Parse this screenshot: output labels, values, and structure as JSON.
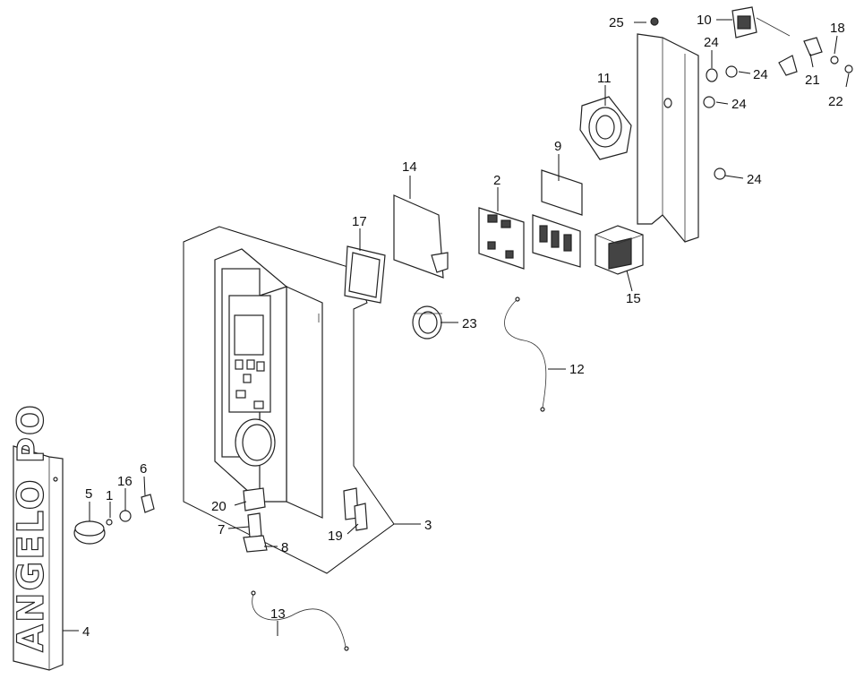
{
  "callouts": [
    {
      "num": "1"
    },
    {
      "num": "2"
    },
    {
      "num": "3"
    },
    {
      "num": "4"
    },
    {
      "num": "5"
    },
    {
      "num": "6"
    },
    {
      "num": "7"
    },
    {
      "num": "8"
    },
    {
      "num": "9"
    },
    {
      "num": "10"
    },
    {
      "num": "11"
    },
    {
      "num": "12"
    },
    {
      "num": "13"
    },
    {
      "num": "14"
    },
    {
      "num": "15"
    },
    {
      "num": "16"
    },
    {
      "num": "17"
    },
    {
      "num": "18"
    },
    {
      "num": "19"
    },
    {
      "num": "20"
    },
    {
      "num": "21"
    },
    {
      "num": "22"
    },
    {
      "num": "23"
    },
    {
      "num": "24"
    },
    {
      "num": "24"
    },
    {
      "num": "24"
    },
    {
      "num": "24"
    },
    {
      "num": "25"
    }
  ],
  "logo": {
    "text": "ANGELO PO"
  }
}
